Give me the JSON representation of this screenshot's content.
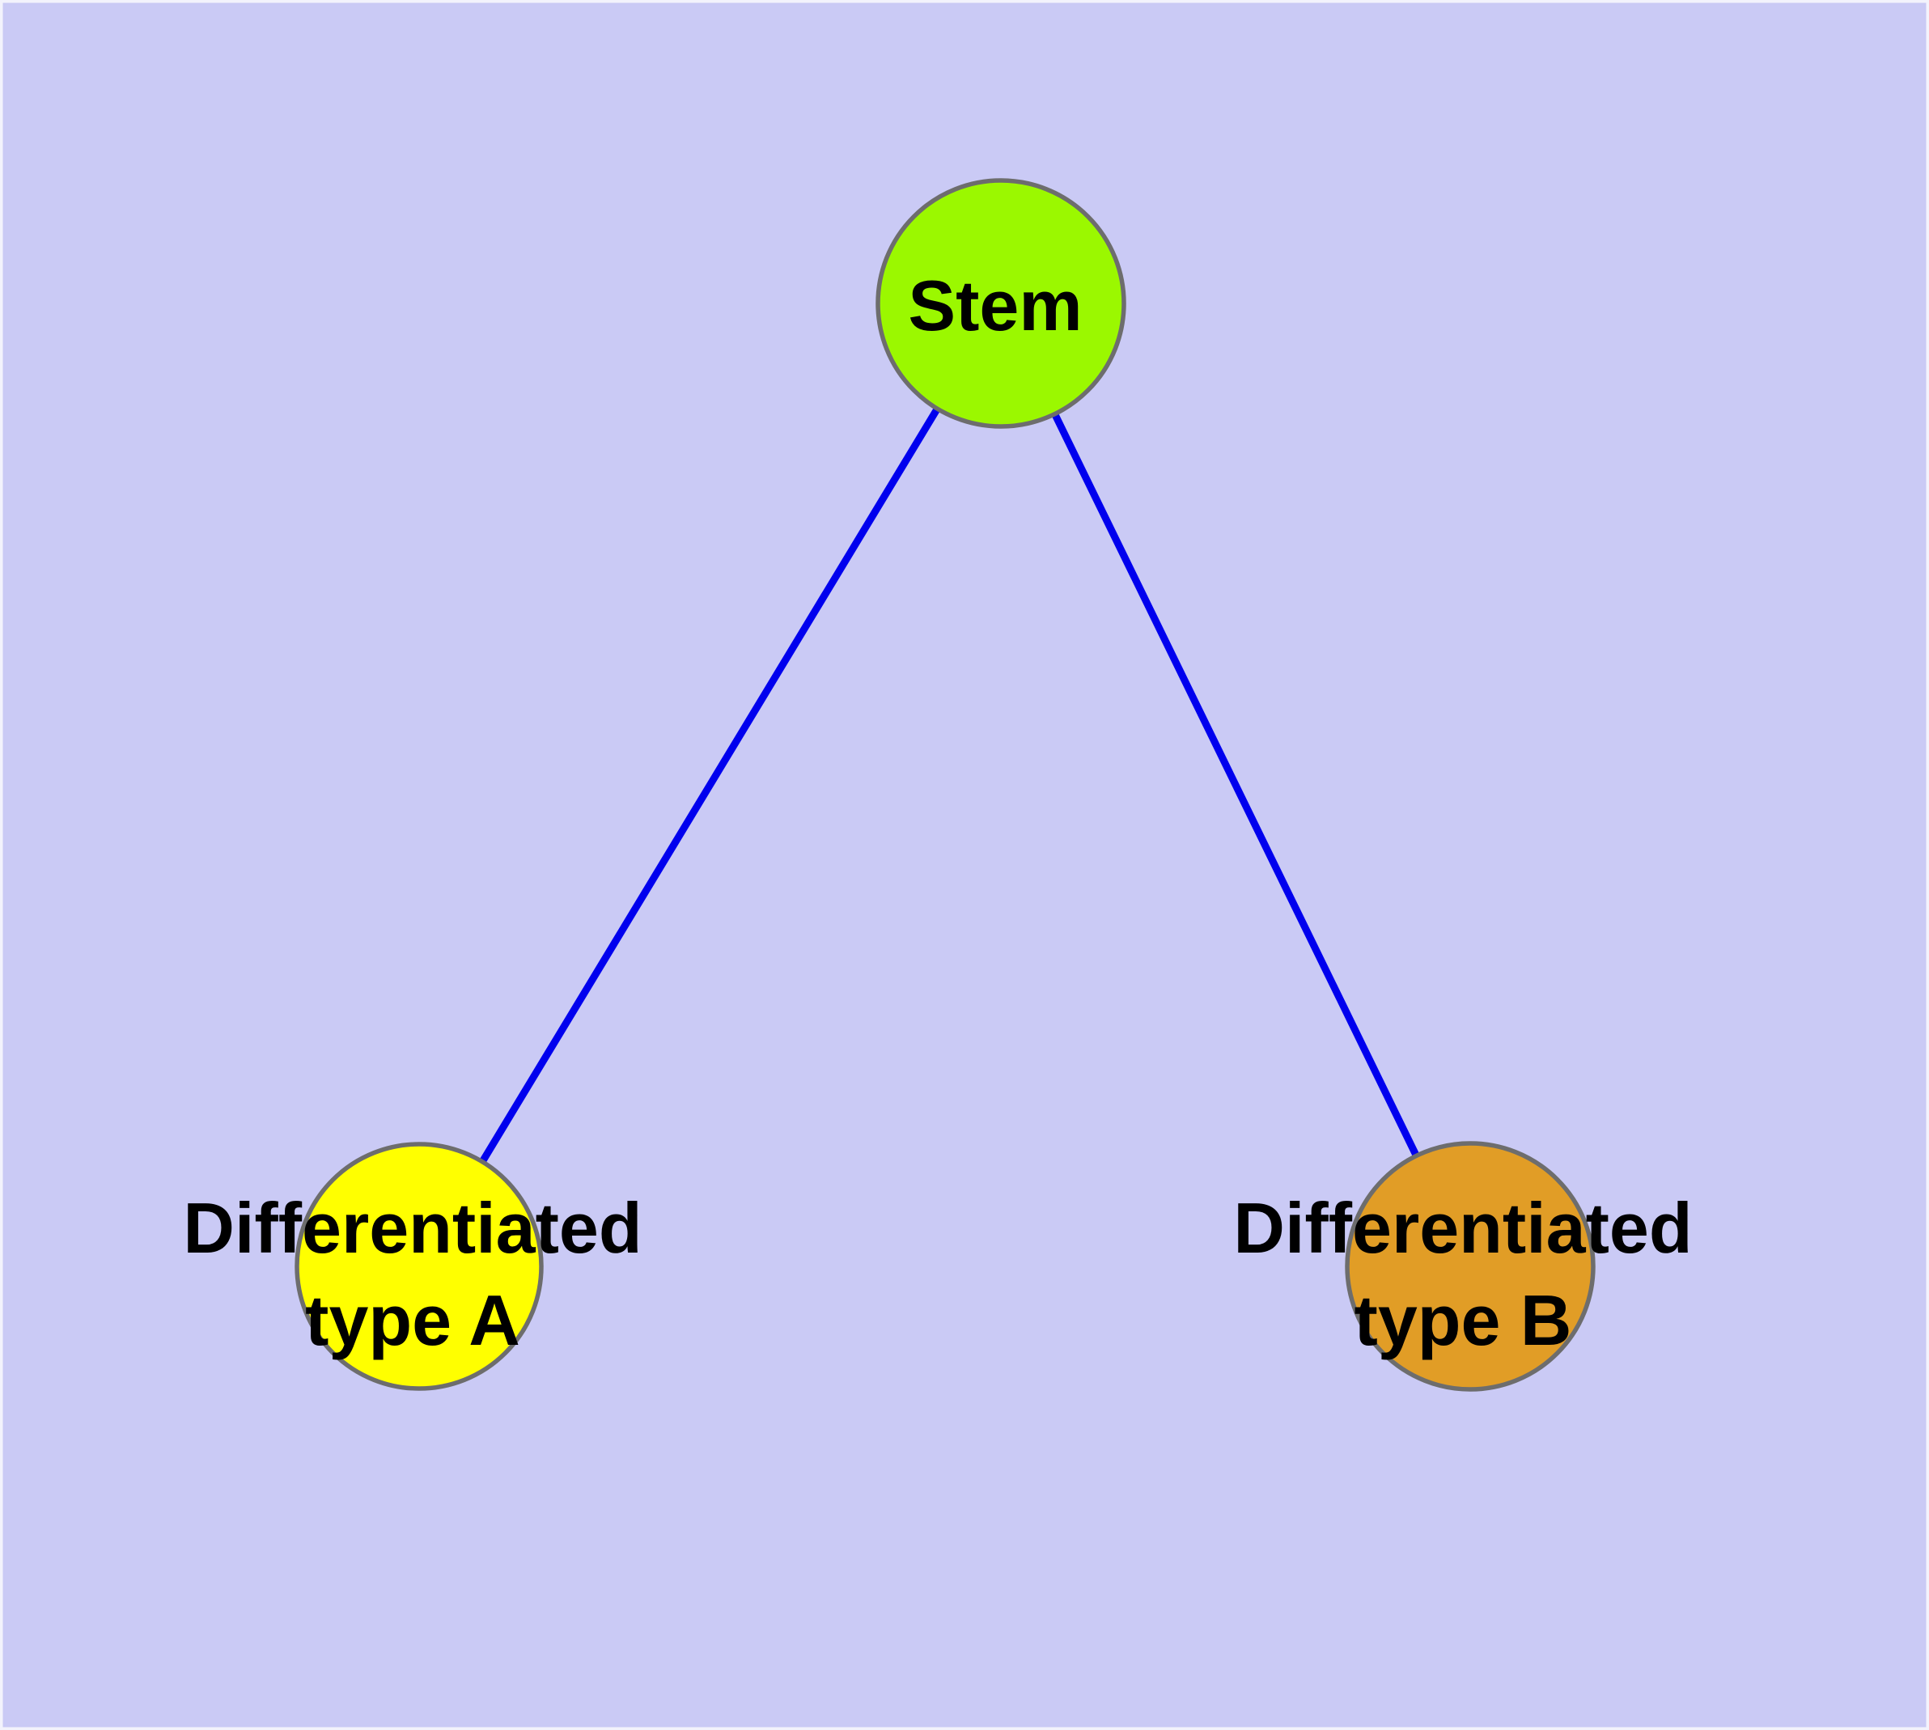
{
  "diagram": {
    "type": "graph",
    "description_visible_text": [
      "Stem",
      "Differentiated type A",
      "Differentiated type B"
    ]
  },
  "colors": {
    "background": "#cacaf5",
    "edge": "#0000ee",
    "node_border": "#6d6d6d",
    "label": "#000000",
    "frame": "#f3f3fc"
  },
  "nodes": {
    "stem": {
      "label": "Stem",
      "fill": "#9bf800"
    },
    "type_a": {
      "line1": "Differentiated",
      "line2": "type A",
      "fill": "#ffff00"
    },
    "type_b": {
      "line1": "Differentiated",
      "line2": "type B",
      "fill": "#e19d26"
    }
  },
  "edges": [
    {
      "from": "Stem",
      "to": "Differentiated type A"
    },
    {
      "from": "Stem",
      "to": "Differentiated type B"
    }
  ]
}
